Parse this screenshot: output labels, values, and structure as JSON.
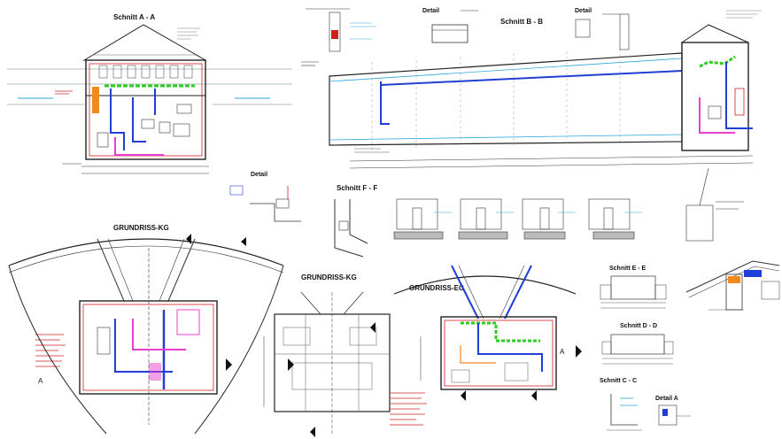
{
  "drawing": {
    "colors": {
      "line": "#222222",
      "blue": "#1f3fd6",
      "green": "#2ecc1f",
      "magenta": "#e83fd0",
      "red": "#d41e1e",
      "orange": "#f08a1c",
      "cyan": "#2aa7d8"
    },
    "titles": {
      "section_aa": "Schnitt  A - A",
      "section_bb": "Schnitt B - B",
      "detail_top": "Detail",
      "detail_top2": "Detail",
      "detail_mid": "Detail",
      "section_ff": "Schnitt F - F",
      "plan_kg_left": "GRUNDRISS-KG",
      "plan_kg_mid": "GRUNDRISS-KG",
      "plan_eg": "GRUNDRISS-EG",
      "section_ee": "Schnitt E - E",
      "section_dd": "Schnitt D - D",
      "section_cc": "Schnitt C - C",
      "detail_a": "Detail A"
    },
    "markers": {
      "a_left": "A",
      "a_right": "A"
    }
  }
}
